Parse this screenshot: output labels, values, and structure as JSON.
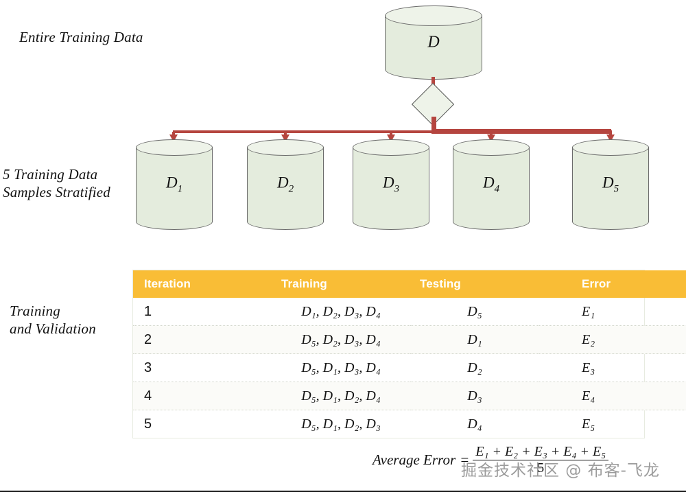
{
  "labels": {
    "entire": "Entire Training Data",
    "samples": "5 Training Data\nSamples Stratified",
    "training": "Training\nand Validation"
  },
  "nodes": {
    "root": {
      "name": "D",
      "sub": ""
    },
    "samples": [
      {
        "name": "D",
        "sub": "1"
      },
      {
        "name": "D",
        "sub": "2"
      },
      {
        "name": "D",
        "sub": "3"
      },
      {
        "name": "D",
        "sub": "4"
      },
      {
        "name": "D",
        "sub": "5"
      }
    ]
  },
  "table": {
    "headers": [
      "Iteration",
      "Training",
      "Testing",
      "Error"
    ],
    "rows": [
      {
        "iteration": "1",
        "training": "D₁, D₂, D₃, D₄",
        "testing": "D₅",
        "error": "E₁"
      },
      {
        "iteration": "2",
        "training": "D₅, D₂, D₃, D₄",
        "testing": "D₁",
        "error": "E₂"
      },
      {
        "iteration": "3",
        "training": "D₅, D₁, D₃, D₄",
        "testing": "D₂",
        "error": "E₃"
      },
      {
        "iteration": "4",
        "training": "D₅, D₁, D₂, D₄",
        "testing": "D₃",
        "error": "E₄"
      },
      {
        "iteration": "5",
        "training": "D₅, D₁, D₂, D₃",
        "testing": "D₄",
        "error": "E₅"
      }
    ]
  },
  "formula": {
    "label": "Average Error",
    "equals": "=",
    "numerator": "E₁ + E₂ + E₃ + E₄ + E₅",
    "denominator": "5"
  },
  "watermark": "掘金技术社区 @ 布客-飞龙",
  "colors": {
    "cylinder_fill": "#e4ecdd",
    "cylinder_top": "#eef3e9",
    "cylinder_stroke": "#6b6b6b",
    "connector_red": "#b5453f",
    "table_header": "#f9bd36",
    "table_header_text": "#ffffff",
    "row_alt": "#fbfbf8",
    "text": "#111111"
  }
}
